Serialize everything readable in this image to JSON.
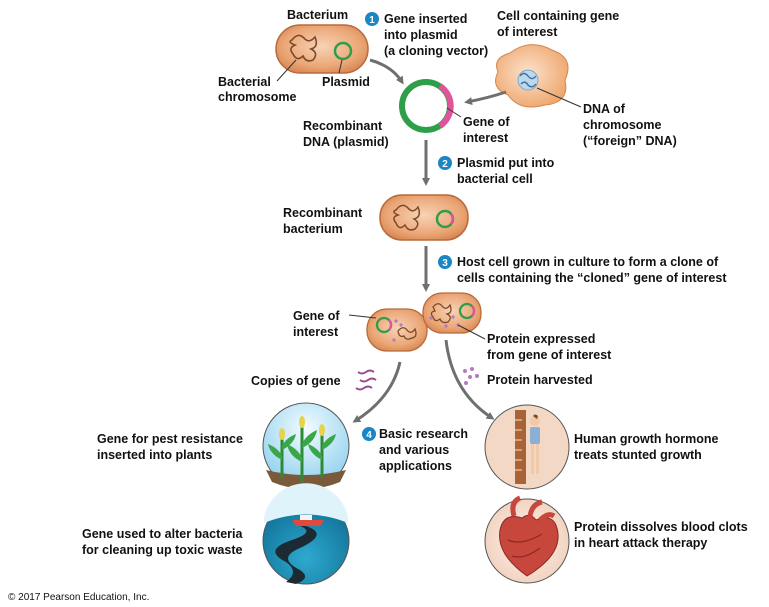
{
  "labels": {
    "bacterium": "Bacterium",
    "bacterial_chromosome": [
      "Bacterial",
      "chromosome"
    ],
    "plasmid": "Plasmid",
    "cell_containing_gene": [
      "Cell containing gene",
      "of interest"
    ],
    "dna_of_chromosome": [
      "DNA of",
      "chromosome",
      "(“foreign” DNA)"
    ],
    "recombinant_dna": [
      "Recombinant",
      "DNA (plasmid)"
    ],
    "gene_of_interest_plasmid": [
      "Gene of",
      "interest"
    ],
    "recombinant_bacterium": [
      "Recombinant",
      "bacterium"
    ],
    "gene_of_interest_clone": [
      "Gene of",
      "interest"
    ],
    "protein_expressed": [
      "Protein expressed",
      "from gene of interest"
    ],
    "copies_of_gene": "Copies of gene",
    "protein_harvested": "Protein harvested",
    "pest_resistance": [
      "Gene for pest resistance",
      "inserted into plants"
    ],
    "toxic_waste": [
      "Gene used to alter bacteria",
      "for cleaning up toxic waste"
    ],
    "growth_hormone": [
      "Human growth hormone",
      "treats stunted growth"
    ],
    "blood_clots": [
      "Protein dissolves blood clots",
      "in heart attack therapy"
    ]
  },
  "steps": [
    {
      "num": "1",
      "lines": [
        "Gene inserted",
        "into plasmid",
        "(a cloning vector)"
      ]
    },
    {
      "num": "2",
      "lines": [
        "Plasmid put into",
        "bacterial cell"
      ]
    },
    {
      "num": "3",
      "lines": [
        "Host cell grown in culture to form a clone of",
        "cells containing the “cloned” gene of interest"
      ]
    },
    {
      "num": "4",
      "lines": [
        "Basic research",
        "and various",
        "applications"
      ]
    }
  ],
  "copyright": "© 2017 Pearson Education, Inc.",
  "colors": {
    "cell_fill": "#e9a577",
    "cell_stroke": "#b86a3a",
    "plasmid_green": "#2f9e4a",
    "gene_pink": "#e0559a",
    "step_blue": "#1a86c4",
    "arrow_gray": "#6f6f6f",
    "protein_dots": "#b27bbf"
  }
}
